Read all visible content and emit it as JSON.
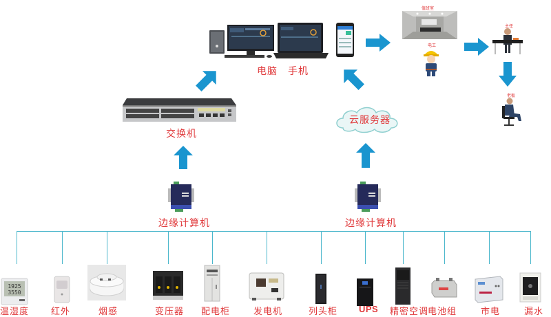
{
  "colors": {
    "arrow": "#1a95cf",
    "label": "#e0393b",
    "bus_line": "#4bb7cc"
  },
  "top": {
    "terminals_label": "电脑　手机",
    "switch_label": "交换机",
    "cloud_label": "云服务器",
    "duty_room_label": "值班室",
    "electrician_label": "电工",
    "director_label": "主任",
    "boss_label": "老板"
  },
  "edge": {
    "left_label": "边缘计算机",
    "right_label": "边缘计算机"
  },
  "devices": [
    {
      "label": "温湿度",
      "icon": "thermo-hygrometer-icon",
      "reading_top": "1925",
      "reading_bottom": "3550"
    },
    {
      "label": "红外",
      "icon": "infrared-sensor-icon"
    },
    {
      "label": "烟感",
      "icon": "smoke-detector-icon"
    },
    {
      "label": "变压器",
      "icon": "transformer-icon"
    },
    {
      "label": "配电柜",
      "icon": "distribution-cabinet-icon"
    },
    {
      "label": "发电机",
      "icon": "generator-icon"
    },
    {
      "label": "列头柜",
      "icon": "column-head-cabinet-icon"
    },
    {
      "label": "UPS",
      "icon": "ups-icon"
    },
    {
      "label": "精密空调",
      "icon": "precision-ac-icon"
    },
    {
      "label": "电池组",
      "icon": "battery-pack-icon"
    },
    {
      "label": "市电",
      "icon": "mains-power-meter-icon"
    },
    {
      "label": "漏水",
      "icon": "water-leak-sensor-icon"
    }
  ]
}
